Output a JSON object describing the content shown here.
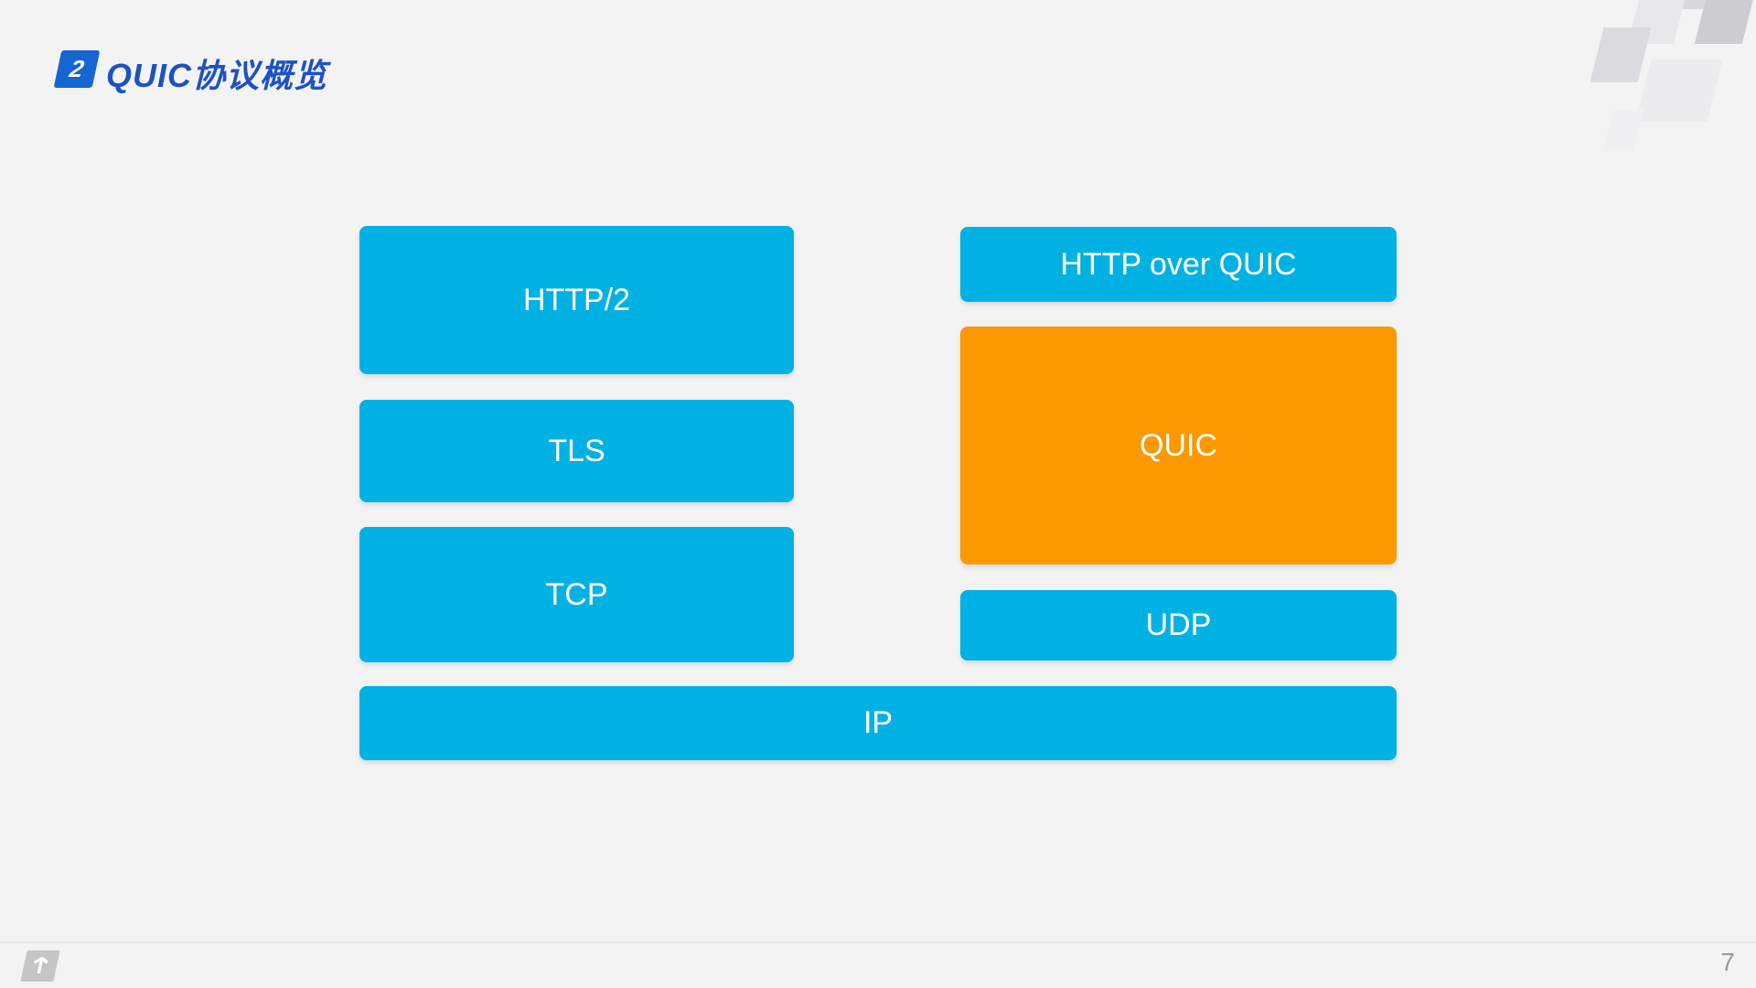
{
  "slide": {
    "header": {
      "badge_number": "2",
      "title": "QUIC协议概览"
    },
    "diagram": {
      "left_stack": [
        {
          "label": "HTTP/2",
          "color": "#00B2E3"
        },
        {
          "label": "TLS",
          "color": "#00B2E3"
        },
        {
          "label": "TCP",
          "color": "#00B2E3"
        }
      ],
      "right_stack": [
        {
          "label": "HTTP over QUIC",
          "color": "#00B2E3"
        },
        {
          "label": "QUIC",
          "color": "#FC9800"
        },
        {
          "label": "UDP",
          "color": "#00B2E3"
        }
      ],
      "base": {
        "label": "IP",
        "color": "#00B2E3"
      }
    },
    "footer": {
      "page_number": "7",
      "logo_icon": "up-arrow"
    },
    "colors": {
      "background": "#F3F3F4",
      "cyan_box": "#00B2E3",
      "orange_box": "#FC9800",
      "badge_blue": "#1565D2",
      "title_blue": "#1C52C4",
      "footer_text": "#9A9A9A",
      "box_text": "#FFFFFF"
    }
  }
}
